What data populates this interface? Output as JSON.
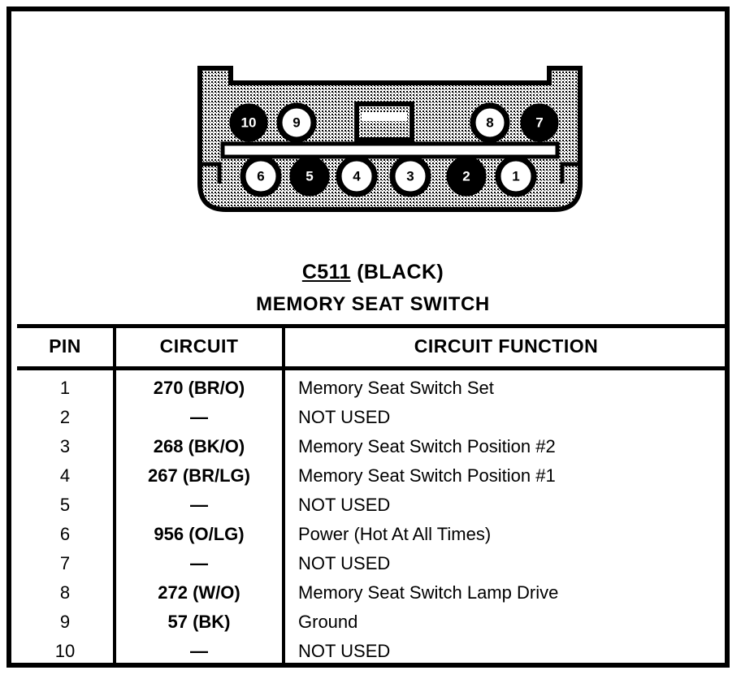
{
  "caption": {
    "connector_id": "C511",
    "connector_color": "(BLACK)",
    "component_name": "MEMORY SEAT SWITCH"
  },
  "connector": {
    "fill_color": "#b8b8b8",
    "outline_color": "#000000",
    "filled_pin_fill": "#000000",
    "filled_pin_text": "#ffffff",
    "open_pin_fill": "#ffffff",
    "open_pin_text": "#000000",
    "top_row_pins": [
      {
        "label": "10",
        "style": "filled"
      },
      {
        "label": "9",
        "style": "open"
      },
      {
        "label": "8",
        "style": "open"
      },
      {
        "label": "7",
        "style": "filled"
      }
    ],
    "bottom_row_pins": [
      {
        "label": "6",
        "style": "open"
      },
      {
        "label": "5",
        "style": "filled"
      },
      {
        "label": "4",
        "style": "open"
      },
      {
        "label": "3",
        "style": "open"
      },
      {
        "label": "2",
        "style": "filled"
      },
      {
        "label": "1",
        "style": "open"
      }
    ]
  },
  "table": {
    "headers": {
      "pin": "PIN",
      "circuit": "CIRCUIT",
      "function": "CIRCUIT FUNCTION"
    },
    "rows": [
      {
        "pin": "1",
        "circuit": "270 (BR/O)",
        "function": "Memory Seat Switch Set"
      },
      {
        "pin": "2",
        "circuit": "—",
        "function": "NOT USED"
      },
      {
        "pin": "3",
        "circuit": "268 (BK/O)",
        "function": "Memory Seat Switch Position #2"
      },
      {
        "pin": "4",
        "circuit": "267 (BR/LG)",
        "function": "Memory Seat Switch Position #1"
      },
      {
        "pin": "5",
        "circuit": "—",
        "function": "NOT USED"
      },
      {
        "pin": "6",
        "circuit": "956 (O/LG)",
        "function": "Power (Hot At All Times)"
      },
      {
        "pin": "7",
        "circuit": "—",
        "function": "NOT USED"
      },
      {
        "pin": "8",
        "circuit": "272 (W/O)",
        "function": "Memory Seat Switch Lamp Drive"
      },
      {
        "pin": "9",
        "circuit": "57 (BK)",
        "function": "Ground"
      },
      {
        "pin": "10",
        "circuit": "—",
        "function": "NOT USED"
      }
    ]
  }
}
